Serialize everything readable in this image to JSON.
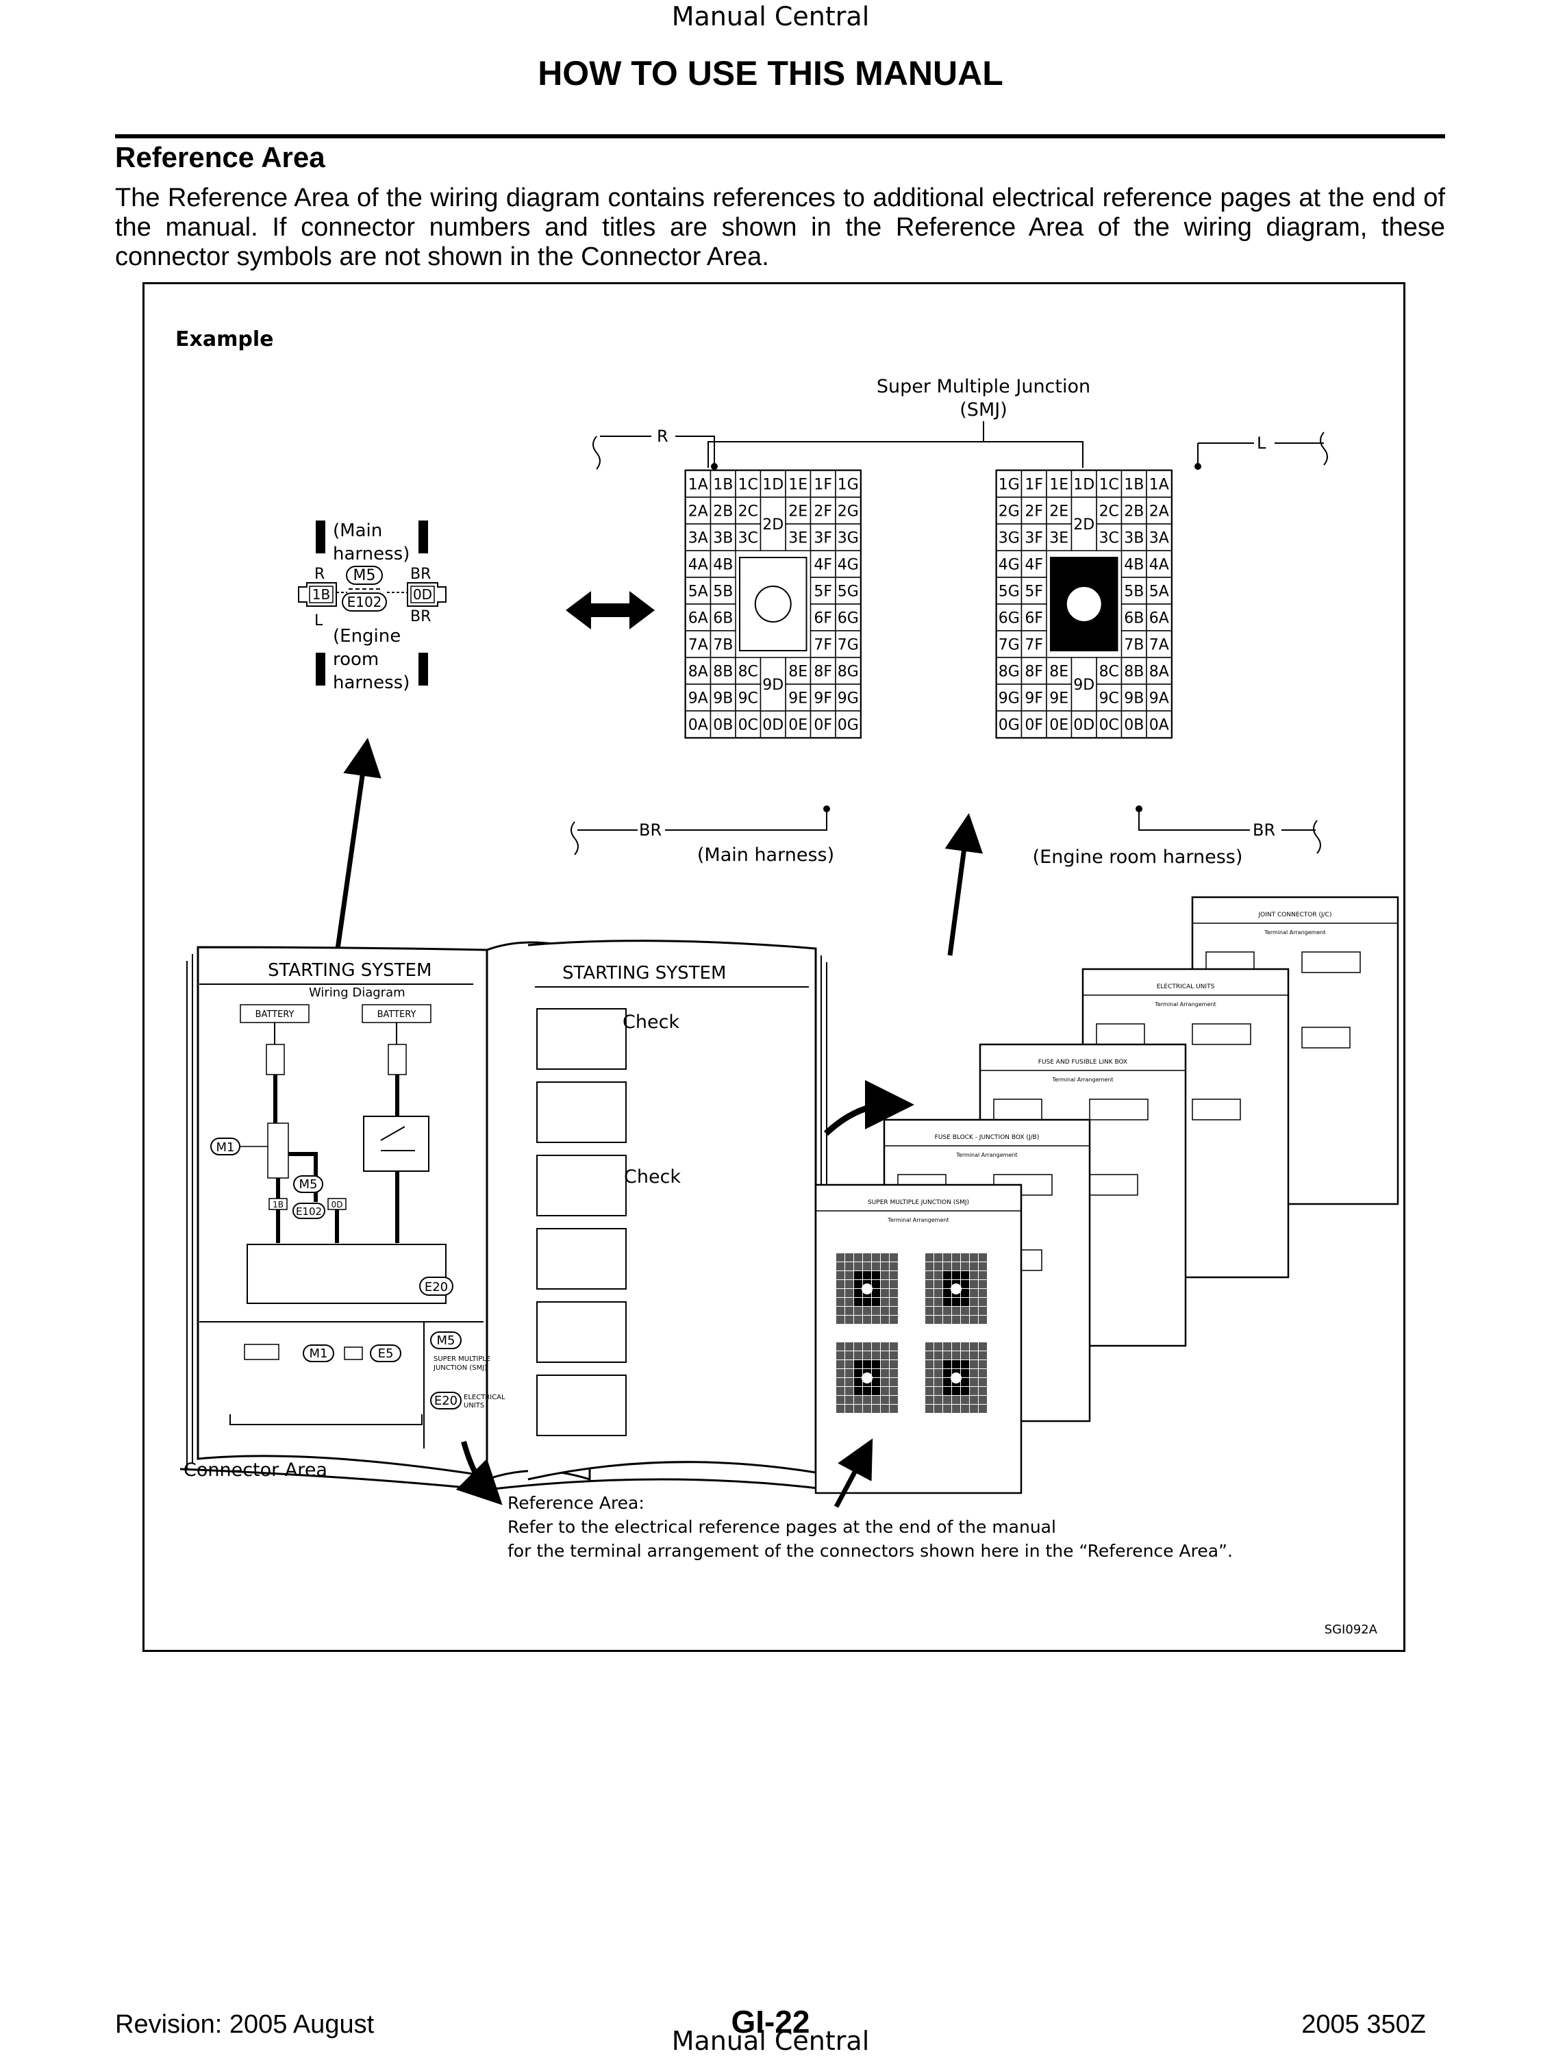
{
  "header": {
    "top_label": "Manual Central",
    "title": "HOW TO USE THIS MANUAL"
  },
  "section": {
    "title": "Reference Area",
    "paragraph": "The Reference Area of the wiring diagram contains references to additional electrical reference pages at the end of the manual. If connector numbers and titles are shown in the Reference Area of the wiring diagram, these connector symbols are not shown in the Connector Area."
  },
  "figure": {
    "example_label": "Example",
    "smj_title_line1": "Super Multiple Junction",
    "smj_title_line2": "(SMJ)",
    "wire_r": "R",
    "wire_l": "L",
    "wire_br": "BR",
    "main_harness_caption": "(Main harness)",
    "engine_harness_caption": "(Engine room harness)",
    "main_grid": [
      [
        "1A",
        "1B",
        "1C",
        "1D",
        "1E",
        "1F",
        "1G"
      ],
      [
        "2A",
        "2B",
        "2C",
        "2D",
        "2E",
        "2F",
        "2G"
      ],
      [
        "3A",
        "3B",
        "3C",
        "",
        "3E",
        "3F",
        "3G"
      ],
      [
        "4A",
        "4B",
        "",
        "",
        "",
        "4F",
        "4G"
      ],
      [
        "5A",
        "5B",
        "",
        "",
        "",
        "5F",
        "5G"
      ],
      [
        "6A",
        "6B",
        "",
        "",
        "",
        "6F",
        "6G"
      ],
      [
        "7A",
        "7B",
        "",
        "",
        "",
        "7F",
        "7G"
      ],
      [
        "8A",
        "8B",
        "8C",
        "9D",
        "8E",
        "8F",
        "8G"
      ],
      [
        "9A",
        "9B",
        "9C",
        "",
        "9E",
        "9F",
        "9G"
      ],
      [
        "0A",
        "0B",
        "0C",
        "0D",
        "0E",
        "0F",
        "0G"
      ]
    ],
    "engine_grid": [
      [
        "1G",
        "1F",
        "1E",
        "1D",
        "1C",
        "1B",
        "1A"
      ],
      [
        "2G",
        "2F",
        "2E",
        "2D",
        "2C",
        "2B",
        "2A"
      ],
      [
        "3G",
        "3F",
        "3E",
        "",
        "3C",
        "3B",
        "3A"
      ],
      [
        "4G",
        "4F",
        "",
        "",
        "",
        "4B",
        "4A"
      ],
      [
        "5G",
        "5F",
        "",
        "",
        "",
        "5B",
        "5A"
      ],
      [
        "6G",
        "6F",
        "",
        "",
        "",
        "6B",
        "6A"
      ],
      [
        "7G",
        "7F",
        "",
        "",
        "",
        "7B",
        "7A"
      ],
      [
        "8G",
        "8F",
        "8E",
        "9D",
        "8C",
        "8B",
        "8A"
      ],
      [
        "9G",
        "9F",
        "9E",
        "",
        "9C",
        "9B",
        "9A"
      ],
      [
        "0G",
        "0F",
        "0E",
        "0D",
        "0C",
        "0B",
        "0A"
      ]
    ],
    "inset": {
      "main_line1": "(Main",
      "main_line2": "harness)",
      "wire_r": "R",
      "wire_br": "BR",
      "wire_l": "L",
      "wire_br2": "BR",
      "conn_m5": "M5",
      "conn_e102": "E102",
      "pin_1b": "1B",
      "pin_0d": "0D",
      "eng_line1": "(Engine",
      "eng_line2": "room",
      "eng_line3": "harness)"
    },
    "book": {
      "left_title": "STARTING SYSTEM",
      "left_subtitle": "Wiring Diagram",
      "right_title": "STARTING SYSTEM",
      "check1": "Check",
      "check2": "Check",
      "battery1": "BATTERY",
      "battery2": "BATTERY",
      "m1": "M1",
      "m5": "M5",
      "e102": "E102",
      "e20": "E20",
      "e5": "E5",
      "ref_m5": "M5",
      "ref_m5_text1": "SUPER MULTIPLE",
      "ref_m5_text2": "JUNCTION (SMJ)",
      "ref_e20": "E20",
      "ref_e20_text1": "ELECTRICAL",
      "ref_e20_text2": "UNITS",
      "pin_1b": "1B",
      "pin_0d": "0D"
    },
    "connector_area_label": "Connector Area",
    "ref_pages": [
      "JOINT CONNECTOR (J/C)",
      "ELECTRICAL UNITS",
      "FUSE AND FUSIBLE LINK BOX",
      "FUSE BLOCK - JUNCTION BOX (J/B)",
      "SUPER MULTIPLE JUNCTION (SMJ)"
    ],
    "ref_page_sub": "Terminal Arrangement",
    "reference_note_line1": "Reference Area:",
    "reference_note_line2": "Refer to the electrical reference pages at the end of the manual",
    "reference_note_line3": "for the terminal arrangement of the connectors shown here in the “Reference Area”.",
    "figure_code": "SGI092A"
  },
  "footer": {
    "revision": "Revision: 2005 August",
    "page_number": "GI-22",
    "model": "2005 350Z",
    "bottom_label": "Manual Central"
  }
}
